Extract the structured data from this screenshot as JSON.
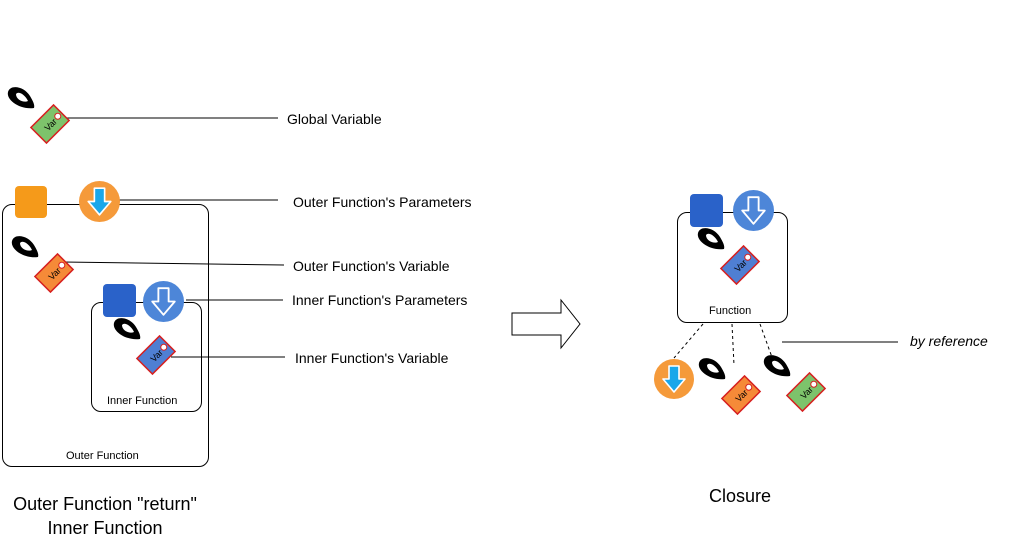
{
  "labels": {
    "global_variable": "Global Variable",
    "outer_params": "Outer Function's Parameters",
    "outer_variable": "Outer Function's Variable",
    "inner_params": "Inner Function's Parameters",
    "inner_variable": "Inner Function's Variable",
    "by_reference": "by reference"
  },
  "boxes": {
    "outer": "Outer Function",
    "inner": "Inner Function",
    "closure_fn": "Function"
  },
  "tag_text": "Var",
  "captions": {
    "left_line1": "Outer Function \"return\"",
    "left_line2": "Inner Function",
    "right": "Closure"
  },
  "colors": {
    "global_var": "#7dc36b",
    "outer_var": "#f58a38",
    "inner_var": "#4f7fd3",
    "outer_param_square": "#f59a1a",
    "outer_param_circle": "#f59a3a",
    "inner_param_square": "#2a62c9",
    "inner_param_circle": "#4d86d8",
    "arrow_fill": "#1aa7ea",
    "tag_border": "#d61f1f"
  }
}
